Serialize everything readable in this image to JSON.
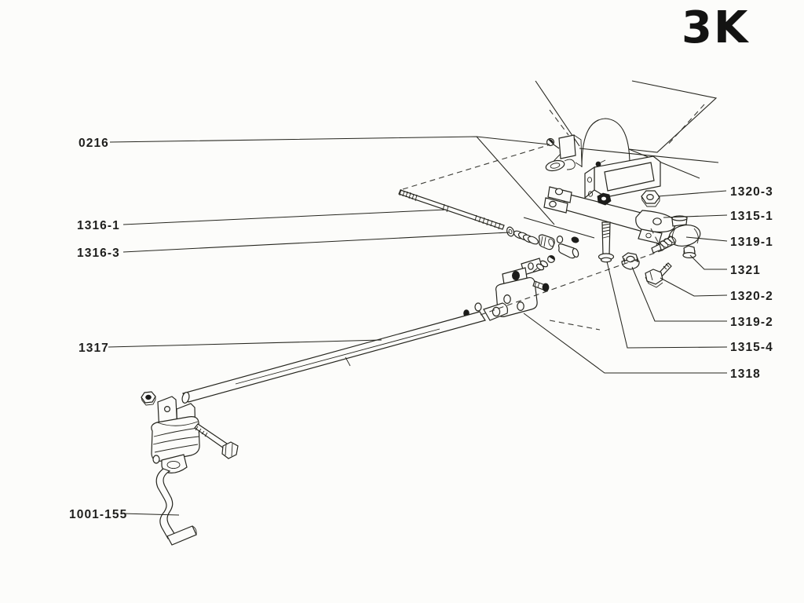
{
  "header": {
    "section_code": "3K"
  },
  "part_labels": {
    "left": [
      {
        "text": "0216"
      },
      {
        "text": "1316-1"
      },
      {
        "text": "1316-3"
      },
      {
        "text": "1317"
      },
      {
        "text": "1001-155"
      }
    ],
    "right": [
      {
        "text": "1320-3"
      },
      {
        "text": "1315-1"
      },
      {
        "text": "1319-1"
      },
      {
        "text": "1321"
      },
      {
        "text": "1320-2"
      },
      {
        "text": "1319-2"
      },
      {
        "text": "1315-4"
      },
      {
        "text": "1318"
      }
    ]
  },
  "colors": {
    "ink": "#1f1f1d",
    "paper": "#fcfcfa"
  }
}
